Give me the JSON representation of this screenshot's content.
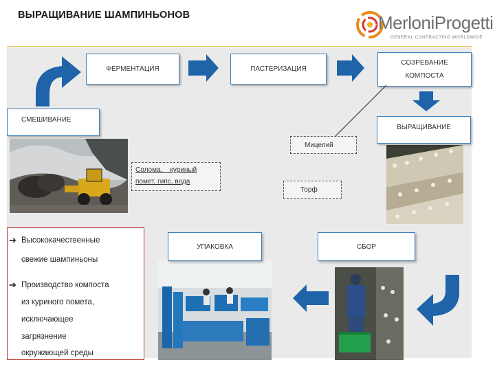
{
  "title": "ВЫРАЩИВАНИЕ ШАМПИНЬОНОВ",
  "logo": {
    "name": "MerloniProgetti",
    "tagline": "GENERAL CONTRACTING WORLDWIDE"
  },
  "colors": {
    "accent_blue": "#1f63a8",
    "box_border": "#3d7fb6",
    "notes_border": "#b83a32",
    "title_rule": "#e3c64a"
  },
  "process": {
    "fermentation": "ФЕРМЕНТАЦИЯ",
    "pasteurization": "ПАСТЕРИЗАЦИЯ",
    "maturation_line1": "СОЗРЕВАНИЕ",
    "maturation_line2": "КОМПОСТА",
    "mixing": "СМЕШИВАНИЕ",
    "growing": "ВЫРАЩИВАНИЕ",
    "packaging": "УПАКОВКА",
    "harvest": "СБОР"
  },
  "inputs": {
    "mycelium": "Мицелий",
    "raw_line1": "Солома,    куриный",
    "raw_line2": "помет, гипс, вода",
    "peat": "Торф"
  },
  "notes": {
    "item1_line1": "Высококачественные",
    "item1_line2": "свежие шампиньоны",
    "item2_line1": "Производство компоста",
    "item2_line2": "из куриного помета,",
    "item2_line3": "исключающее",
    "item2_line4": "загрязнение",
    "item2_line5": "окружающей среды"
  }
}
